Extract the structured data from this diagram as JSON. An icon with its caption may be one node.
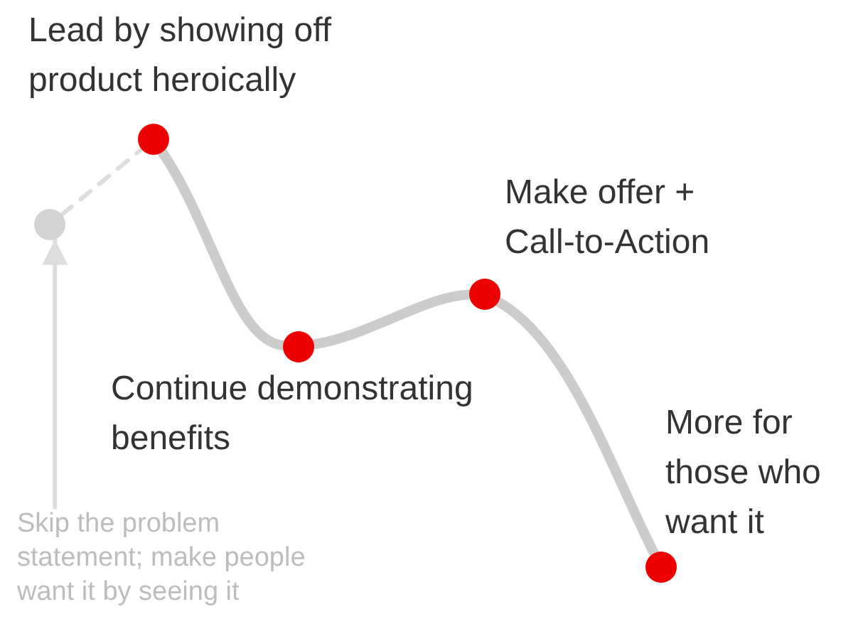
{
  "diagram": {
    "nodes": [
      {
        "text": [],
        "shape": "circle"
      },
      {
        "text": [],
        "shape": "circle",
        "beside": [
          "Lead by showing off product heroically"
        ]
      },
      {
        "text": [],
        "shape": "circle",
        "beside": [
          "Continue demonstrating benefits"
        ]
      },
      {
        "text": [],
        "shape": "circle",
        "beside": [
          "Make offer + Call-to-Action"
        ]
      },
      {
        "text": [],
        "shape": "circle",
        "beside": [
          "More for those who want it"
        ]
      },
      {
        "text": [
          "Skip the problem statement; make people want it by seeing it"
        ]
      }
    ],
    "edges": [
      {
        "from": 0,
        "to": 1,
        "arrow": "none",
        "style": "dashed",
        "color": "#dddddd"
      },
      {
        "from": 1,
        "to": 2,
        "arrow": "none"
      },
      {
        "from": 2,
        "to": 3,
        "arrow": "none"
      },
      {
        "from": 3,
        "to": 4,
        "arrow": "none"
      },
      {
        "from": 5,
        "to": 0,
        "arrow": "to",
        "color": "#dddddd"
      }
    ]
  }
}
